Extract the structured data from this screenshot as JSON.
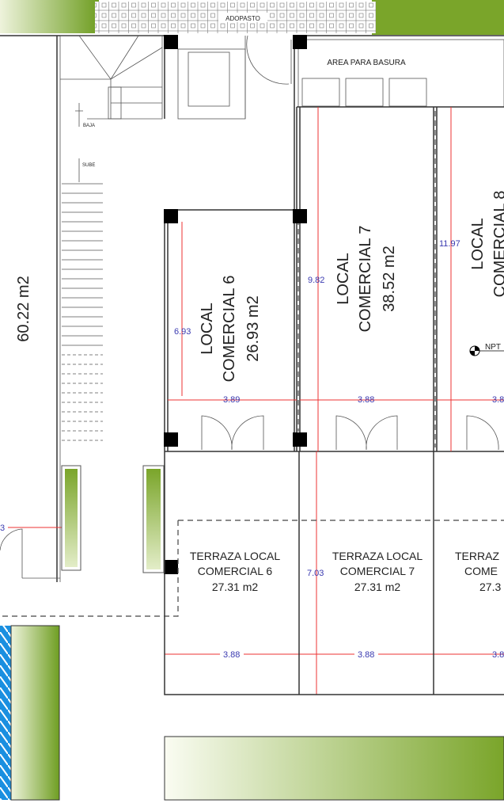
{
  "colors": {
    "grass": "#7aa52a",
    "dimension_line": "#e33333",
    "dimension_text": "#3a3ab0",
    "water": "#1a8fe0"
  },
  "labels": {
    "adopasto": "ADOPASTO",
    "basura": "AREA PARA BASURA",
    "baja": "BAJA",
    "sube": "SUBE",
    "npt": "NPT",
    "left_area": "60.22 m2",
    "left_dim": "3"
  },
  "locales": [
    {
      "line1": "LOCAL",
      "line2": "COMERCIAL 6",
      "area": "26.93 m2",
      "depth": "6.93",
      "width": "3.89"
    },
    {
      "line1": "LOCAL",
      "line2": "COMERCIAL 7",
      "area": "38.52 m2",
      "depth": "9.82",
      "width": "3.88"
    },
    {
      "line1": "LOCAL",
      "line2": "COMERCIAL 8",
      "depth": "11.97",
      "width": "3.8"
    }
  ],
  "terrazas": [
    {
      "line1": "TERRAZA LOCAL",
      "line2": "COMERCIAL 6",
      "area": "27.31 m2",
      "width": "3.88"
    },
    {
      "line1": "TERRAZA LOCAL",
      "line2": "COMERCIAL 7",
      "area": "27.31 m2",
      "width": "3.88",
      "depth": "7.03"
    },
    {
      "line1": "TERRAZ",
      "line2": "COME",
      "area": "27.3",
      "width": "3.8"
    }
  ]
}
